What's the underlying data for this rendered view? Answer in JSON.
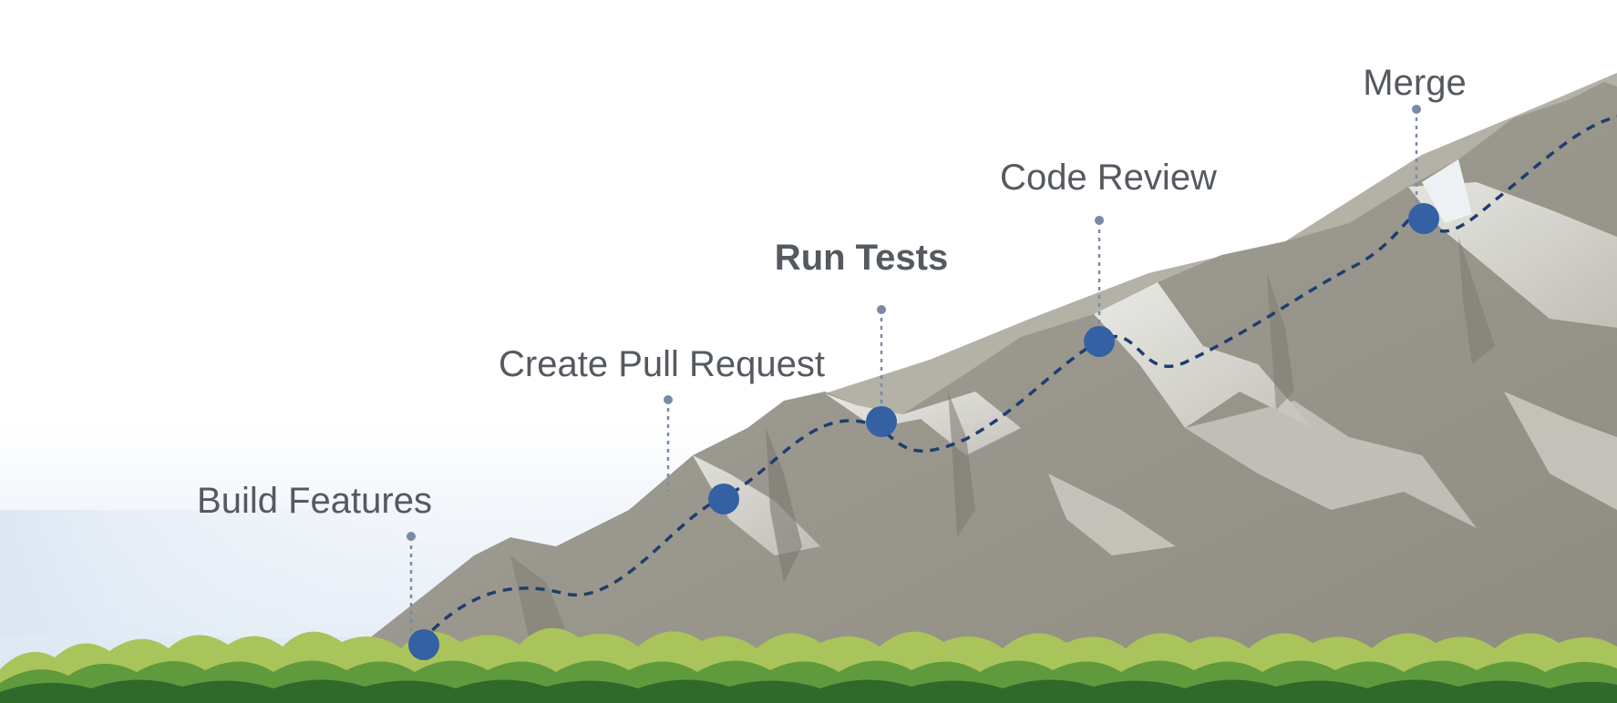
{
  "steps": [
    {
      "label": "Build Features",
      "bold": false
    },
    {
      "label": "Create Pull Request",
      "bold": false
    },
    {
      "label": "Run Tests",
      "bold": true
    },
    {
      "label": "Code Review",
      "bold": false
    },
    {
      "label": "Merge",
      "bold": false
    }
  ],
  "colors": {
    "milestone": "#3461a3",
    "path": "#1f3d6e",
    "leader": "#7a8aa6",
    "label": "#555960"
  }
}
